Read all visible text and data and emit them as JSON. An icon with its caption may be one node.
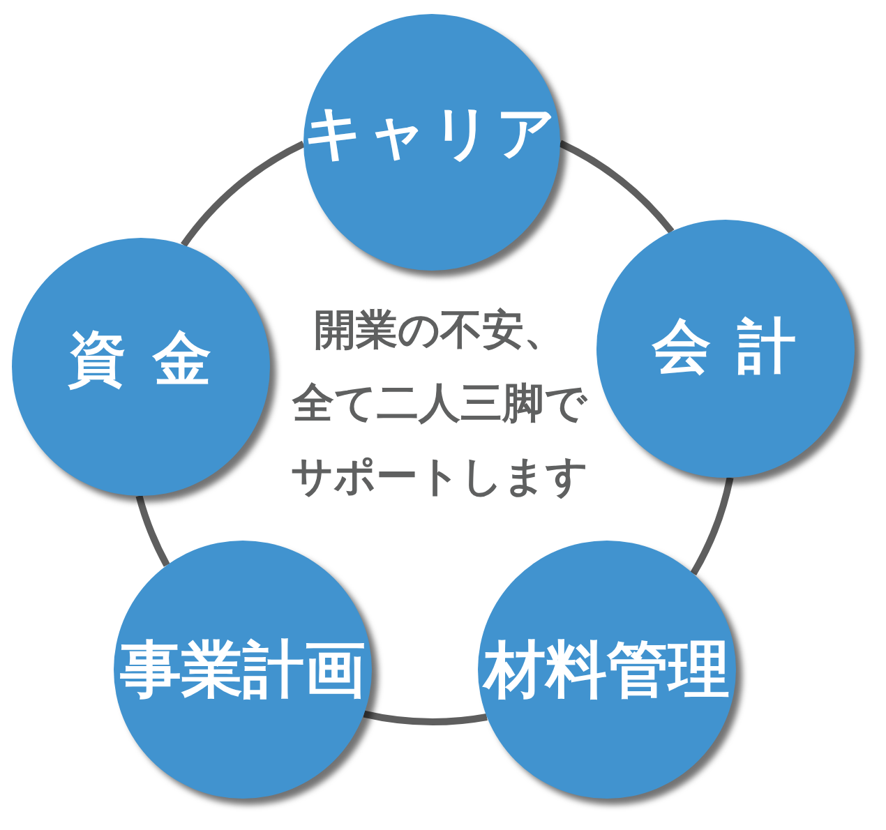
{
  "diagram": {
    "nodes": [
      {
        "text": [
          "キャリア"
        ]
      },
      {
        "text": [
          "資 金"
        ]
      },
      {
        "text": [
          "会 計"
        ]
      },
      {
        "text": [
          "事業計画"
        ]
      },
      {
        "text": [
          "材料管理"
        ]
      }
    ],
    "edges": [
      {
        "from": 0,
        "to": 2,
        "arrow": "none"
      },
      {
        "from": 2,
        "to": 4,
        "arrow": "none"
      },
      {
        "from": 4,
        "to": 3,
        "arrow": "none"
      },
      {
        "from": 3,
        "to": 1,
        "arrow": "none"
      },
      {
        "from": 1,
        "to": 0,
        "arrow": "none"
      }
    ],
    "labels": [
      "開業の不安、全て二人三脚でサポートします"
    ]
  }
}
